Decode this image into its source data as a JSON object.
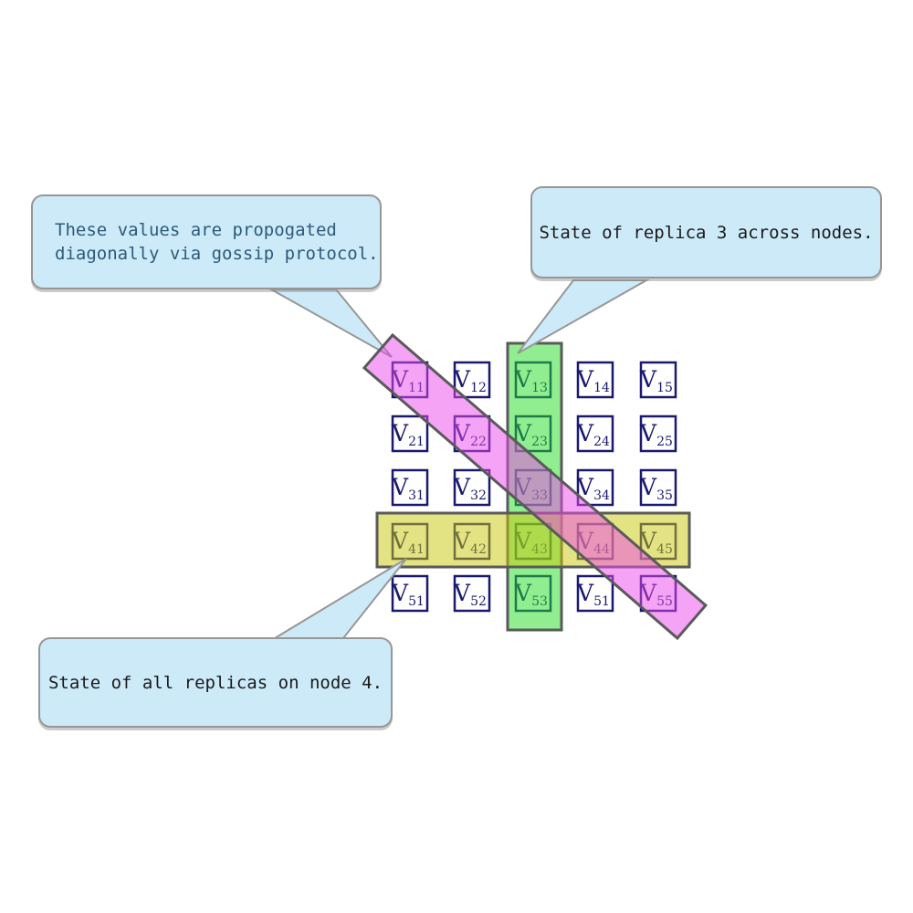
{
  "diagram": {
    "background": "#ffffff",
    "callout_tail": {
      "fill": "#cdeaf9",
      "stroke": "#979797"
    },
    "callouts": [
      {
        "name": "gossip-callout",
        "lines": [
          "These values are propogated",
          "diagonally via gossip protocol."
        ],
        "fill": "#cdeaf9",
        "text_color": "#2e5a78"
      },
      {
        "name": "replica-callout",
        "lines": [
          "State of replica 3 across nodes."
        ],
        "fill": "#cdeaf9",
        "text_color": "#1a1a1a"
      },
      {
        "name": "node-callout",
        "lines": [
          "State of all replicas on node 4."
        ],
        "fill": "#cdeaf9",
        "text_color": "#1a1a1a"
      }
    ],
    "grid": {
      "cell_labels": [
        [
          "V11",
          "V12",
          "V13",
          "V14",
          "V15"
        ],
        [
          "V21",
          "V22",
          "V23",
          "V24",
          "V25"
        ],
        [
          "V31",
          "V32",
          "V33",
          "V34",
          "V35"
        ],
        [
          "V41",
          "V42",
          "V43",
          "V44",
          "V45"
        ],
        [
          "V51",
          "V52",
          "V53",
          "V51",
          "V55"
        ]
      ],
      "cell_fill": "#ffffff",
      "cell_border_color": "#191970",
      "cell_text_color": "#191970"
    },
    "highlights": {
      "replica_column": {
        "fill": "rgba(34,221,34,0.5)",
        "stroke": "#5a5a5a"
      },
      "node_row": {
        "fill": "rgba(201,199,7,0.5)",
        "stroke": "#5a5a5a"
      },
      "gossip_diagonal": {
        "fill": "rgba(235,71,235,0.5)",
        "stroke": "#5a5a5a"
      }
    }
  }
}
